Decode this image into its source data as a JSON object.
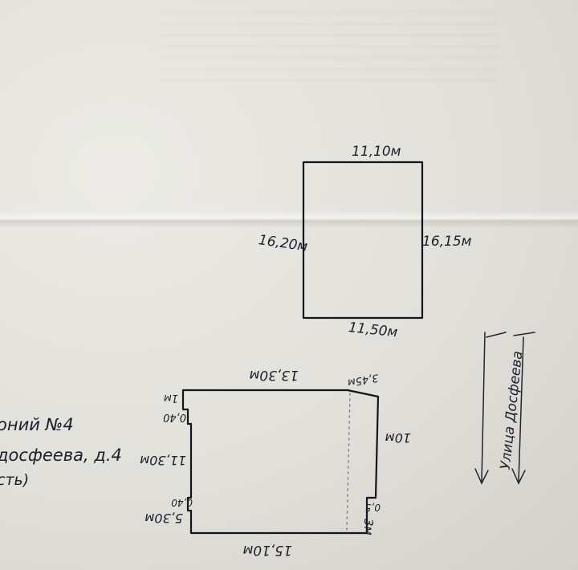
{
  "plan_top": {
    "top_label": "11,10м",
    "left_label": "16,20м",
    "right_label": "16,15м",
    "bottom_label": "11,50м"
  },
  "plan_bottom": {
    "top_label": "13,30м",
    "corner_label": "3,45м",
    "right_label": "10м",
    "notch_right_top": "0,5",
    "notch_right_bottom": "3м",
    "bottom_label": "15,10м",
    "left_step_top": "1м",
    "left_offset_1": "0,40",
    "left_label": "11,30м",
    "left_offset_2": "0,40",
    "left_step_bottom": "5,30м"
  },
  "side_note": {
    "line1": "оний №4",
    "line2": "досфеева, д.4",
    "line3": "сть)"
  },
  "road": {
    "label": "Улица Досфеева"
  }
}
